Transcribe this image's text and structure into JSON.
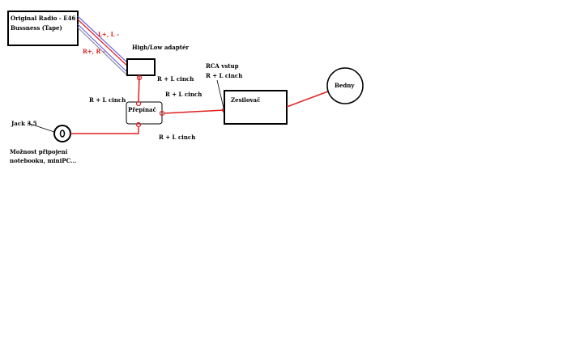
{
  "colors": {
    "wire": "#e02020",
    "outline": "#000000",
    "wire_blue": "#6a6ad8",
    "wire_gray": "#8a8aa0"
  },
  "radio": {
    "line1": "Original Radio - E46",
    "line2": "Bussness (Tape)"
  },
  "radio_wires": {
    "left": "L+, L -",
    "right": "R+, R -"
  },
  "adapter": {
    "label": "High/Low adaptér"
  },
  "switch": {
    "label": "Přepínač"
  },
  "jack": {
    "label": "Jack 3,5",
    "note_line1": "Možnost připojení",
    "note_line2": "notebooku, miniPC..."
  },
  "amplifier": {
    "label": "Zesilovač"
  },
  "rca_input": {
    "line1": "RCA vstup",
    "line2": "R + L cinch"
  },
  "speakers": {
    "label": "Bedny"
  },
  "cinch": {
    "adapter_out": "R + L cinch",
    "switch_left": "R + L cinch",
    "switch_out": "R + L cinch",
    "jack_in": "R + L cinch"
  }
}
